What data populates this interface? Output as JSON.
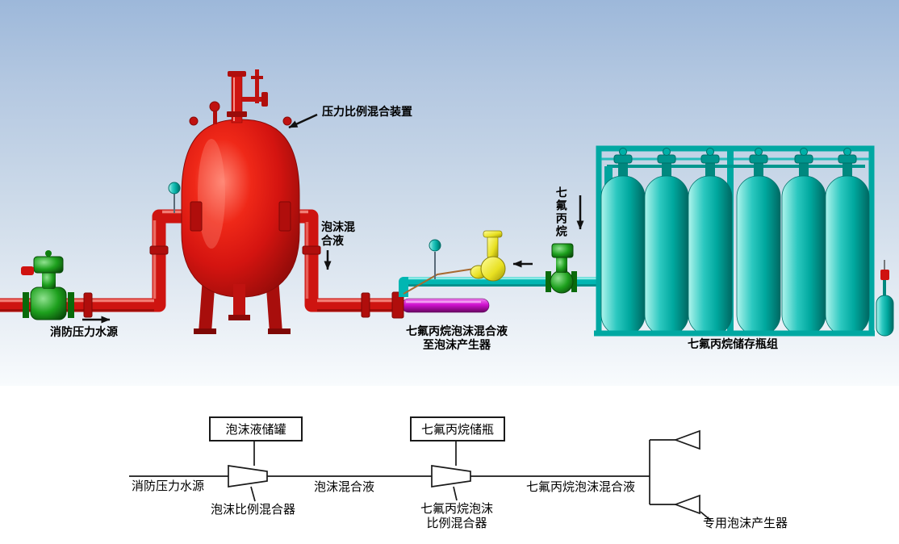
{
  "scene": {
    "labels": {
      "pressure_mixer_device": "压力比例混合装置",
      "foam_mixture_vertical": "泡沫混合液",
      "fire_water_source": "消防压力水源",
      "hfc_foam_mix_line1": "七氟丙烷泡沫混合液",
      "hfc_foam_mix_line2": "至泡沫产生器",
      "hfc_vertical": "七氟丙烷",
      "hfc_cylinder_group": "七氟丙烷储存瓶组"
    },
    "colors": {
      "tank_red": "#d41410",
      "pipe_red": "#ce1410",
      "pipe_cyan": "#00b6b2",
      "pipe_magenta": "#cf10cf",
      "valve_green": "#1da01d",
      "valve_yellow": "#e8e021",
      "cylinder_teal": "#00a89e",
      "background_top": "#9db8da"
    }
  },
  "schematic": {
    "fire_water_source": "消防压力水源",
    "foam_tank_box": "泡沫液储罐",
    "foam_mixer_label": "泡沫比例混合器",
    "foam_mixture_label": "泡沫混合液",
    "hfc_bottle_box": "七氟丙烷储瓶",
    "hfc_mixer_line1": "七氟丙烷泡沫",
    "hfc_mixer_line2": "比例混合器",
    "hfc_foam_mixture_label": "七氟丙烷泡沫混合液",
    "foam_generator_label": "专用泡沫产生器"
  }
}
